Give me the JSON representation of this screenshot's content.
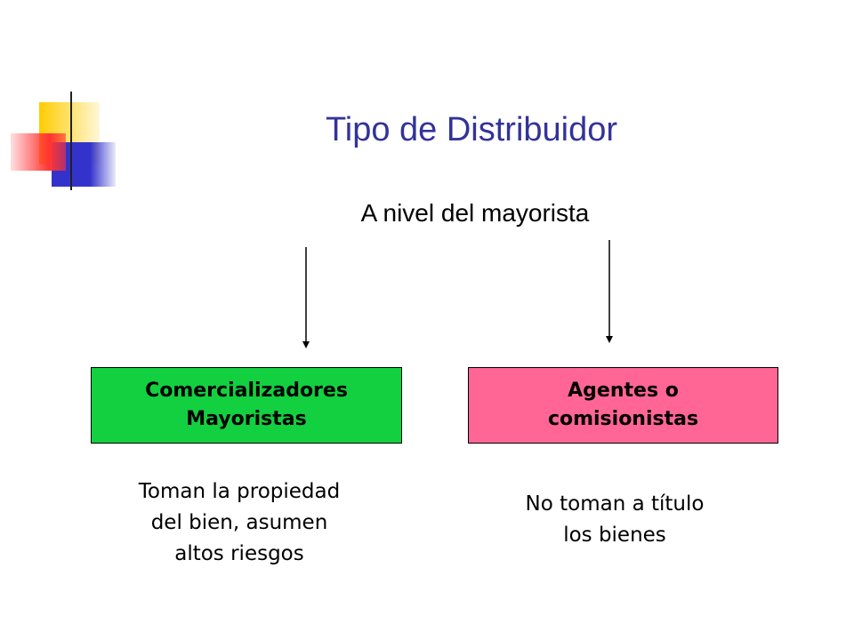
{
  "slide": {
    "title": "Tipo de Distribuidor",
    "subtitle": "A nivel del mayorista"
  },
  "colors": {
    "title": "#33339a",
    "box_left_fill": "#13d040",
    "box_right_fill": "#ff6695",
    "deco_yellow": "#ffcc00",
    "deco_red": "#ff3333",
    "deco_blue": "#3333cc",
    "rule": "#777777"
  },
  "boxes": [
    {
      "lines": [
        "Comercializadores",
        "Mayoristas"
      ],
      "description": [
        "Toman la propiedad",
        "del bien, asumen",
        "altos riesgos"
      ]
    },
    {
      "lines": [
        "Agentes o",
        "comisionistas"
      ],
      "description": [
        "No toman a título",
        "los bienes"
      ]
    }
  ]
}
